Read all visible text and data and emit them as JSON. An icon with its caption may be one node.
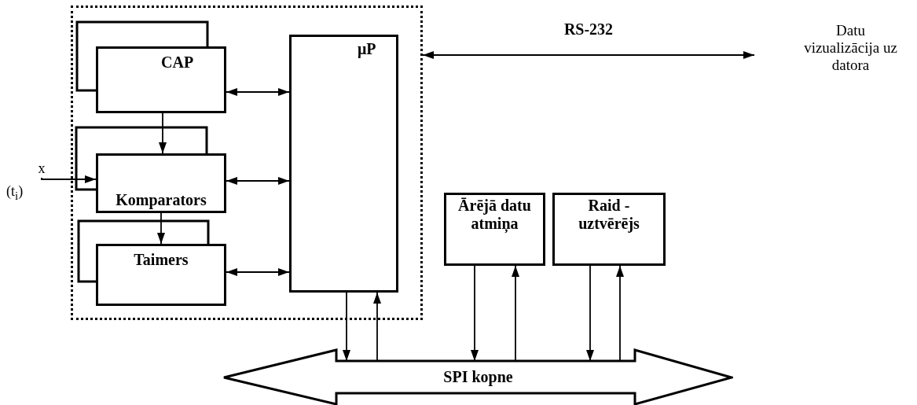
{
  "diagram": {
    "nodes": [
      {
        "text": [],
        "shape": "box"
      },
      {
        "text": [
          "CAP"
        ],
        "in": 0
      },
      {
        "text": [
          "Komparators"
        ],
        "in": 0
      },
      {
        "text": [
          "Taimers"
        ],
        "in": 0
      },
      {
        "text": [
          "μP"
        ],
        "in": 0
      },
      {
        "text": [
          "Ārējā datu atmiņa"
        ]
      },
      {
        "text": [
          "Raid - uztvērējs"
        ]
      },
      {
        "text": [
          "SPI kopne"
        ]
      },
      {
        "text": [
          "Datu vizualizācija uz datora"
        ]
      },
      {
        "text": [
          "x"
        ]
      }
    ],
    "edges": [
      {
        "from": 1,
        "to": 4,
        "arrow": "both"
      },
      {
        "from": 2,
        "to": 4,
        "arrow": "both"
      },
      {
        "from": 3,
        "to": 4,
        "arrow": "both"
      },
      {
        "from": 1,
        "to": 2,
        "arrow": "to"
      },
      {
        "from": 2,
        "to": 3,
        "arrow": "to"
      },
      {
        "from": 9,
        "to": 2,
        "arrow": "to"
      },
      {
        "from": 4,
        "to": 7,
        "arrow": "to"
      },
      {
        "from": 7,
        "to": 4,
        "arrow": "to"
      },
      {
        "from": 5,
        "to": 7,
        "arrow": "to"
      },
      {
        "from": 7,
        "to": 5,
        "arrow": "to"
      },
      {
        "from": 6,
        "to": 7,
        "arrow": "to"
      },
      {
        "from": 7,
        "to": 6,
        "arrow": "to"
      },
      {
        "from": 0,
        "to": 8,
        "arrow": "both",
        "label": "RS-232"
      }
    ],
    "labels": [
      "(t$_{i}$)"
    ]
  }
}
